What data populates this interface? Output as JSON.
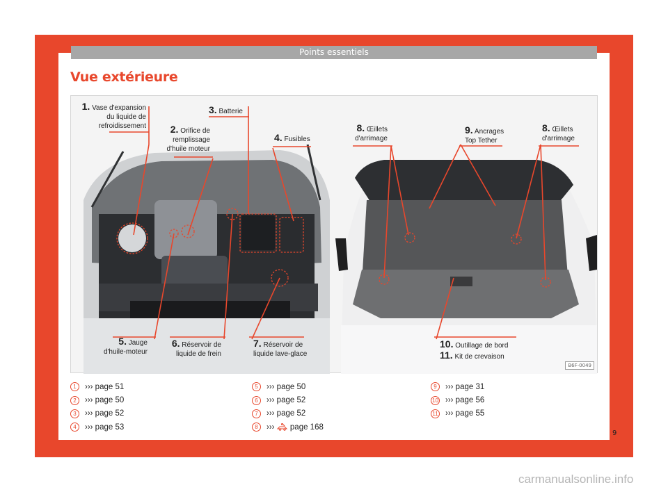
{
  "header": {
    "title": "Points essentiels"
  },
  "section": {
    "title": "Vue extérieure"
  },
  "figure": {
    "code": "B6F-0049",
    "labels": [
      {
        "num": "1.",
        "lines": [
          "Vase d'expansion",
          "du liquide de",
          "refroidissement"
        ]
      },
      {
        "num": "2.",
        "lines": [
          "Orifice de",
          "remplissage",
          "d'huile moteur"
        ]
      },
      {
        "num": "3.",
        "lines": [
          "Batterie"
        ]
      },
      {
        "num": "4.",
        "lines": [
          "Fusibles"
        ]
      },
      {
        "num": "5.",
        "lines": [
          "Jauge",
          "d'huile-moteur"
        ]
      },
      {
        "num": "6.",
        "lines": [
          "Réservoir de",
          "liquide de frein"
        ]
      },
      {
        "num": "7.",
        "lines": [
          "Réservoir de",
          "liquide lave-glace"
        ]
      },
      {
        "num": "8.",
        "lines": [
          "Œillets",
          "d'arrimage"
        ]
      },
      {
        "num": "9.",
        "lines": [
          "Ancrages",
          "Top Tether"
        ]
      },
      {
        "num": "8.",
        "lines": [
          "Œillets",
          "d'arrimage"
        ]
      },
      {
        "num": "10.",
        "lines": [
          "Outillage de bord"
        ]
      },
      {
        "num": "11.",
        "lines": [
          "Kit de crevaison"
        ]
      }
    ]
  },
  "references": [
    [
      {
        "num": "1",
        "text": "››› page 51"
      },
      {
        "num": "2",
        "text": "››› page 50"
      },
      {
        "num": "3",
        "text": "››› page 52"
      },
      {
        "num": "4",
        "text": "››› page 53"
      }
    ],
    [
      {
        "num": "5",
        "text": "››› page 50"
      },
      {
        "num": "6",
        "text": "››› page 52"
      },
      {
        "num": "7",
        "text": "››› page 52"
      },
      {
        "num": "8",
        "text_pre": "›››",
        "icon": "wrench-car-icon",
        "text": "page 168"
      }
    ],
    [
      {
        "num": "9",
        "text": "››› page 31"
      },
      {
        "num": "10",
        "text": "››› page 56"
      },
      {
        "num": "11",
        "text": "››› page 55"
      }
    ]
  ],
  "page_number": "9",
  "watermark": "carmanualsonline.info",
  "colors": {
    "accent": "#e8472c",
    "header_bar": "#a7a7a7"
  }
}
